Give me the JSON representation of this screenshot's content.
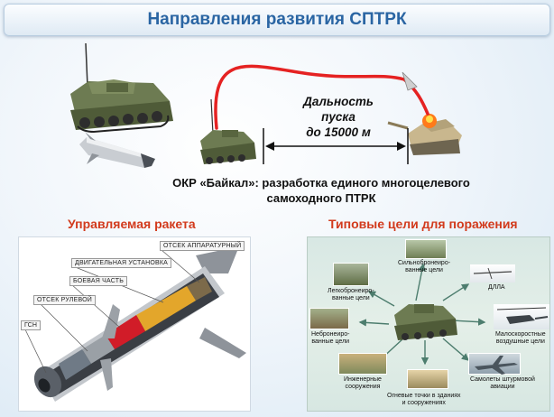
{
  "header": {
    "title": "Направления развития СПТРК"
  },
  "launch": {
    "range_line1": "Дальность",
    "range_line2": "пуска",
    "range_line3": "до 15000 м"
  },
  "okr": {
    "line1": "ОКР «Байкал»: разработка единого многоцелевого",
    "line2": "самоходного ПТРК"
  },
  "missile_section": {
    "heading": "Управляемая ракета",
    "compartments": {
      "instrument": "ОТСЕК АППАРАТУРНЫЙ",
      "engine": "ДВИГАТЕЛЬНАЯ УСТАНОВКА",
      "warhead": "БОЕВАЯ ЧАСТЬ",
      "steering": "ОТСЕК РУЛЕВОЙ",
      "seeker": "ГСН"
    }
  },
  "targets_section": {
    "heading": "Типовые цели для поражения",
    "targets": {
      "heavy_armor": [
        "Сильнобронеиро-",
        "ванные цели"
      ],
      "uav": [
        "ДЛЛА"
      ],
      "light_armor": [
        "Легкобронеиро-",
        "ванные цели"
      ],
      "unarmored": [
        "Небронеиро-",
        "ванные цели"
      ],
      "low_speed_air": [
        "Малоскоростные",
        "воздушные цели"
      ],
      "engineering": [
        "Инженерные",
        "сооружения"
      ],
      "fire_points": [
        "Огневые точки в зданиях",
        "и сооружениях"
      ],
      "attack_aircraft": [
        "Самолеты штурмовой",
        "авиации"
      ]
    }
  },
  "colors": {
    "title": "#2a65a3",
    "section_heading": "#d23a1c",
    "trajectory": "#e52222",
    "vehicle": "#5c6b45"
  }
}
